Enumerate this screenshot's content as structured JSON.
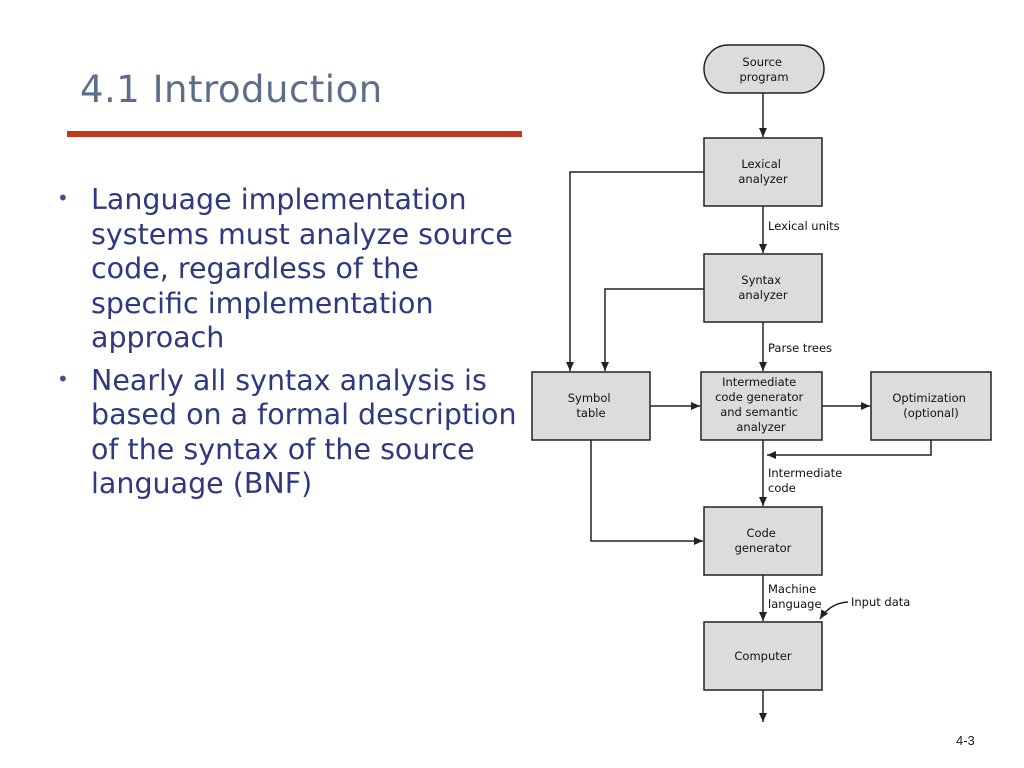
{
  "slide": {
    "title": "4.1 Introduction",
    "page_number": "4-3",
    "accent_color": "#c0391b",
    "title_color": "#5d6d8c",
    "text_color": "#2e3a7f"
  },
  "bullets": [
    "Language implementation systems must analyze source code, regardless of the specific implementation approach",
    "Nearly all syntax analysis is based on a formal description of the syntax of the source language (BNF)"
  ],
  "diagram": {
    "nodes": {
      "source": [
        "Source",
        "program"
      ],
      "lexical": [
        "Lexical",
        "analyzer"
      ],
      "syntax": [
        "Syntax",
        "analyzer"
      ],
      "intermediate": [
        "Intermediate",
        "code generator",
        "and semantic",
        "analyzer"
      ],
      "symbol": [
        "Symbol",
        "table"
      ],
      "optimization": [
        "Optimization",
        "(optional)"
      ],
      "codegen": [
        "Code",
        "generator"
      ],
      "computer": [
        "Computer"
      ]
    },
    "edge_labels": {
      "lexical_units": [
        "Lexical units"
      ],
      "parse_trees": [
        "Parse trees"
      ],
      "intermediate_code": [
        "Intermediate",
        "code"
      ],
      "machine_language": [
        "Machine",
        "language"
      ],
      "input_data": [
        "Input data"
      ]
    },
    "box_fill": "#dcdcdc",
    "stroke": "#222222"
  }
}
